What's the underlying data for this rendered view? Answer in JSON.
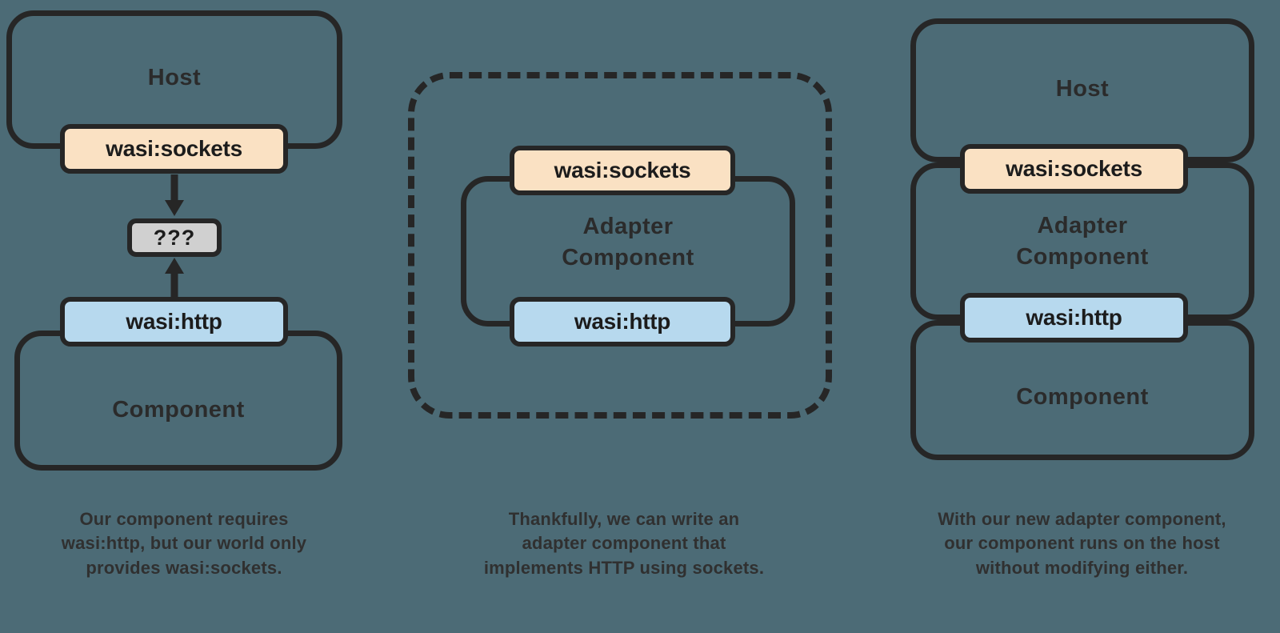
{
  "diagram": {
    "title": "WASI adapter component composition",
    "background_color": "#4c6b76",
    "stroke_color": "#262626",
    "text_color": "#2b2b2b",
    "chip_colors": {
      "sockets": "#fae1c3",
      "http": "#b7d9ee",
      "unknown": "#d0d0d0"
    }
  },
  "panels": [
    {
      "id": "panel-1",
      "boxes": {
        "host": "Host",
        "component": "Component"
      },
      "chips": {
        "sockets": "wasi:sockets",
        "http": "wasi:http",
        "unknown": "???"
      },
      "arrows": {
        "down": "arrow-down",
        "up": "arrow-up"
      },
      "caption": "Our component requires\nwasi:http, but our world only\nprovides wasi:sockets."
    },
    {
      "id": "panel-2",
      "boxes": {
        "outer": "",
        "adapter": "Adapter\nComponent"
      },
      "chips": {
        "sockets": "wasi:sockets",
        "http": "wasi:http"
      },
      "caption": "Thankfully, we can write an\nadapter component that\nimplements HTTP using sockets."
    },
    {
      "id": "panel-3",
      "boxes": {
        "host": "Host",
        "adapter": "Adapter\nComponent",
        "component": "Component"
      },
      "chips": {
        "sockets": "wasi:sockets",
        "http": "wasi:http"
      },
      "caption": "With our new adapter component,\nour component runs on the host\nwithout modifying either."
    }
  ]
}
